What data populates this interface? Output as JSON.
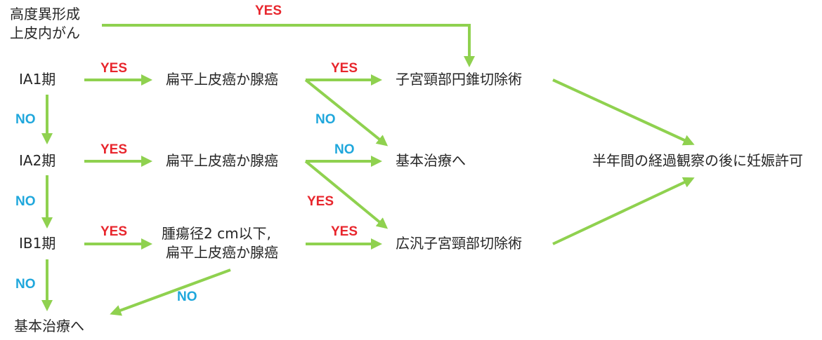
{
  "nodes": {
    "high_grade_dysplasia": [
      "高度異形成",
      "上皮内がん"
    ],
    "ia1": "IA1期",
    "ia2": "IA2期",
    "ib1": "IB1期",
    "basic_treatment_bottom": "基本治療へ",
    "histology_ia1": "扁平上皮癌か腺癌",
    "histology_ia2": "扁平上皮癌か腺癌",
    "histology_ib1": [
      "腫瘍径2 cm以下,",
      "扁平上皮癌か腺癌"
    ],
    "conization": "子宮頸部円錐切除術",
    "basic_treatment_mid": "基本治療へ",
    "radical_trachelectomy": "広汎子宮頸部切除術",
    "pregnancy_permission": "半年間の経過観察の後に妊娠許可"
  },
  "labels": {
    "yes": "YES",
    "no": "NO"
  },
  "colors": {
    "arrow": "#8fd14f",
    "yes": "#e8262d",
    "no": "#1fa7dc",
    "text": "#262626"
  }
}
